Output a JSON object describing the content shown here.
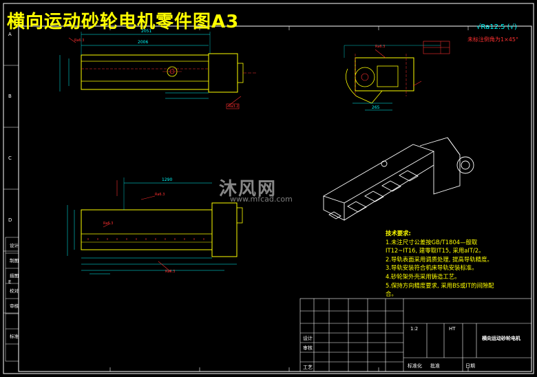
{
  "title": "横向运动砂轮电机零件图A3",
  "roughness": "Ra12.5",
  "chamfer_note": "未标注倒角为1×45°",
  "tech_requirements": {
    "heading": "技术要求:",
    "items": [
      "1.未注尺寸公差按GB/T1804—般取",
      "IT12~IT16, 建零取IT15, 采用aIT/2。",
      "2.导轨表面采用调质处理, 提高导轨精度。",
      "3.导轨安装符合机床导轨安装标准。",
      "4.砂轮架外壳采用铸造工艺。",
      "5.保持方向精度要求, 采用BS或IT的间隙配",
      "合。"
    ]
  },
  "title_block": {
    "part_name": "横向运动砂轮电机",
    "scale_label": "1:2",
    "material": "HT",
    "design_label": "设计",
    "check_label": "审核",
    "craft_label": "工艺",
    "date_label": "日期",
    "approve_label": "批准",
    "standard_label": "标准化"
  },
  "zone_letters": [
    "A",
    "B",
    "C",
    "D",
    "E"
  ],
  "side_labels": [
    "设计",
    "制图",
    "描图",
    "校对",
    "审核",
    "标准"
  ],
  "watermark": {
    "main": "沐风网",
    "sub": "www.mfcad.com"
  },
  "dimensions": {
    "top_overall": "2051",
    "top_sub": "2006",
    "bottom_overall": "1290",
    "end_width": "265",
    "ra_tags": [
      "Ra6.3",
      "Ra6.3",
      "Ra6.3",
      "Ra6.3",
      "Ra6.3",
      "Ra3.2"
    ]
  },
  "colors": {
    "frame": "#ffffff",
    "outline": "#ffff00",
    "dimension": "#00ffff",
    "leader": "#ff3030",
    "hidden": "#ff3030"
  }
}
